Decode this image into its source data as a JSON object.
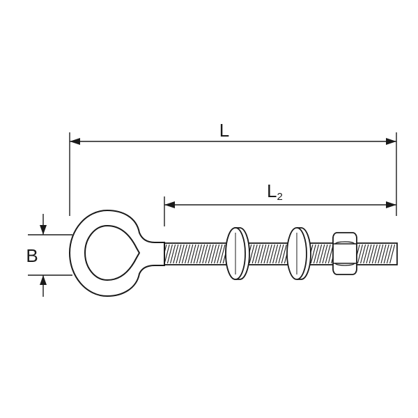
{
  "dimensions": {
    "overall_length": {
      "label": "L"
    },
    "thread_length": {
      "label": "L",
      "subscript": "2"
    },
    "eye_width": {
      "label": "B"
    }
  },
  "parts": {
    "eye": {
      "icon": "eye-bolt-eye-icon"
    },
    "shank": {
      "icon": "threaded-shank-icon"
    },
    "washers": [
      {
        "icon": "washer-icon"
      },
      {
        "icon": "washer-icon"
      }
    ],
    "nut": {
      "icon": "hex-nut-icon"
    }
  },
  "colors": {
    "line": "#1a1a1a",
    "background": "#ffffff"
  }
}
